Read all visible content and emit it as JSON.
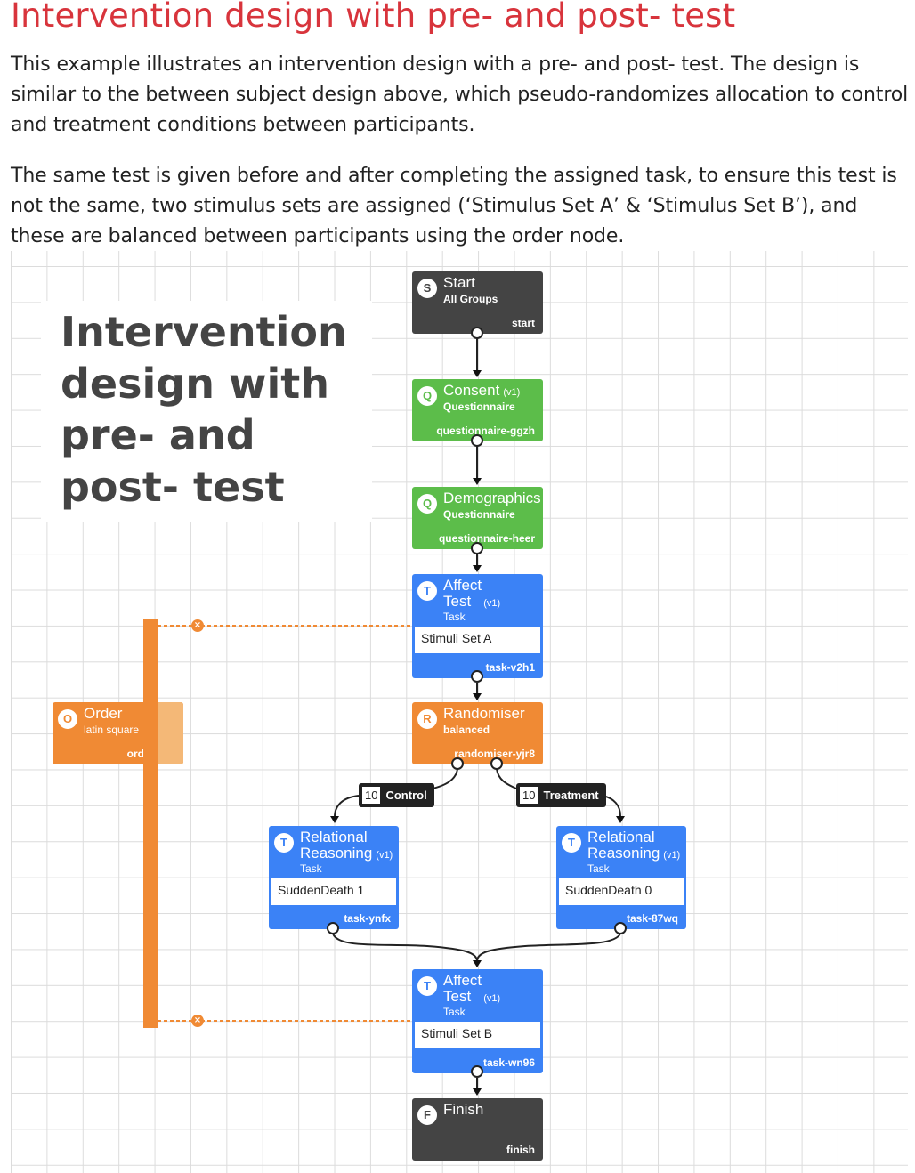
{
  "page": {
    "title": "Intervention design with pre- and post- test",
    "paragraph1": "This example illustrates an intervention design with a pre- and post- test. The design is similar to the between subject design above, which pseudo-randomizes allocation to control and treatment conditions between participants.",
    "paragraph2": "The same test is given before and after completing the assigned task, to ensure this test is not the same, two stimulus sets are assigned (‘Stimulus Set A’ & ‘Stimulus Set B’), and these are balanced between participants using the order node."
  },
  "diagram": {
    "heading": "Intervention design with pre- and post- test",
    "colors": {
      "start_finish": "#444444",
      "questionnaire": "#5cbd4a",
      "task": "#3b82f6",
      "control": "#f08a34",
      "title_red": "#d8343c"
    },
    "nodes": {
      "start": {
        "badge": "S",
        "name": "Start",
        "sub": "All Groups",
        "id": "start"
      },
      "consent": {
        "badge": "Q",
        "name": "Consent",
        "version": "(v1)",
        "sub": "Questionnaire",
        "id": "questionnaire-ggzh"
      },
      "demographics": {
        "badge": "Q",
        "name": "Demographics (",
        "sub": "Questionnaire",
        "id": "questionnaire-heer"
      },
      "affect_a": {
        "badge": "T",
        "name1": "Affect",
        "name2": "Test",
        "version": "(v1)",
        "sub": "Task",
        "stimuli": "Stimuli Set A",
        "id": "task-v2h1"
      },
      "randomiser": {
        "badge": "R",
        "name": "Randomiser",
        "sub": "balanced",
        "id": "randomiser-yjr8"
      },
      "order": {
        "badge": "O",
        "name": "Order",
        "sub": "latin square",
        "id": "ord"
      },
      "rr_control": {
        "badge": "T",
        "name1": "Relational",
        "name2": "Reasoning",
        "version": "(v1)",
        "sub": "Task",
        "stimuli": "SuddenDeath 1",
        "id": "task-ynfx"
      },
      "rr_treatment": {
        "badge": "T",
        "name1": "Relational",
        "name2": "Reasoning",
        "version": "(v1)",
        "sub": "Task",
        "stimuli": "SuddenDeath 0",
        "id": "task-87wq"
      },
      "affect_b": {
        "badge": "T",
        "name1": "Affect",
        "name2": "Test",
        "version": "(v1)",
        "sub": "Task",
        "stimuli": "Stimuli Set B",
        "id": "task-wn96"
      },
      "finish": {
        "badge": "F",
        "name": "Finish",
        "id": "finish"
      }
    },
    "edges": {
      "control": {
        "count": "10",
        "label": "Control"
      },
      "treatment": {
        "count": "10",
        "label": "Treatment"
      }
    }
  }
}
